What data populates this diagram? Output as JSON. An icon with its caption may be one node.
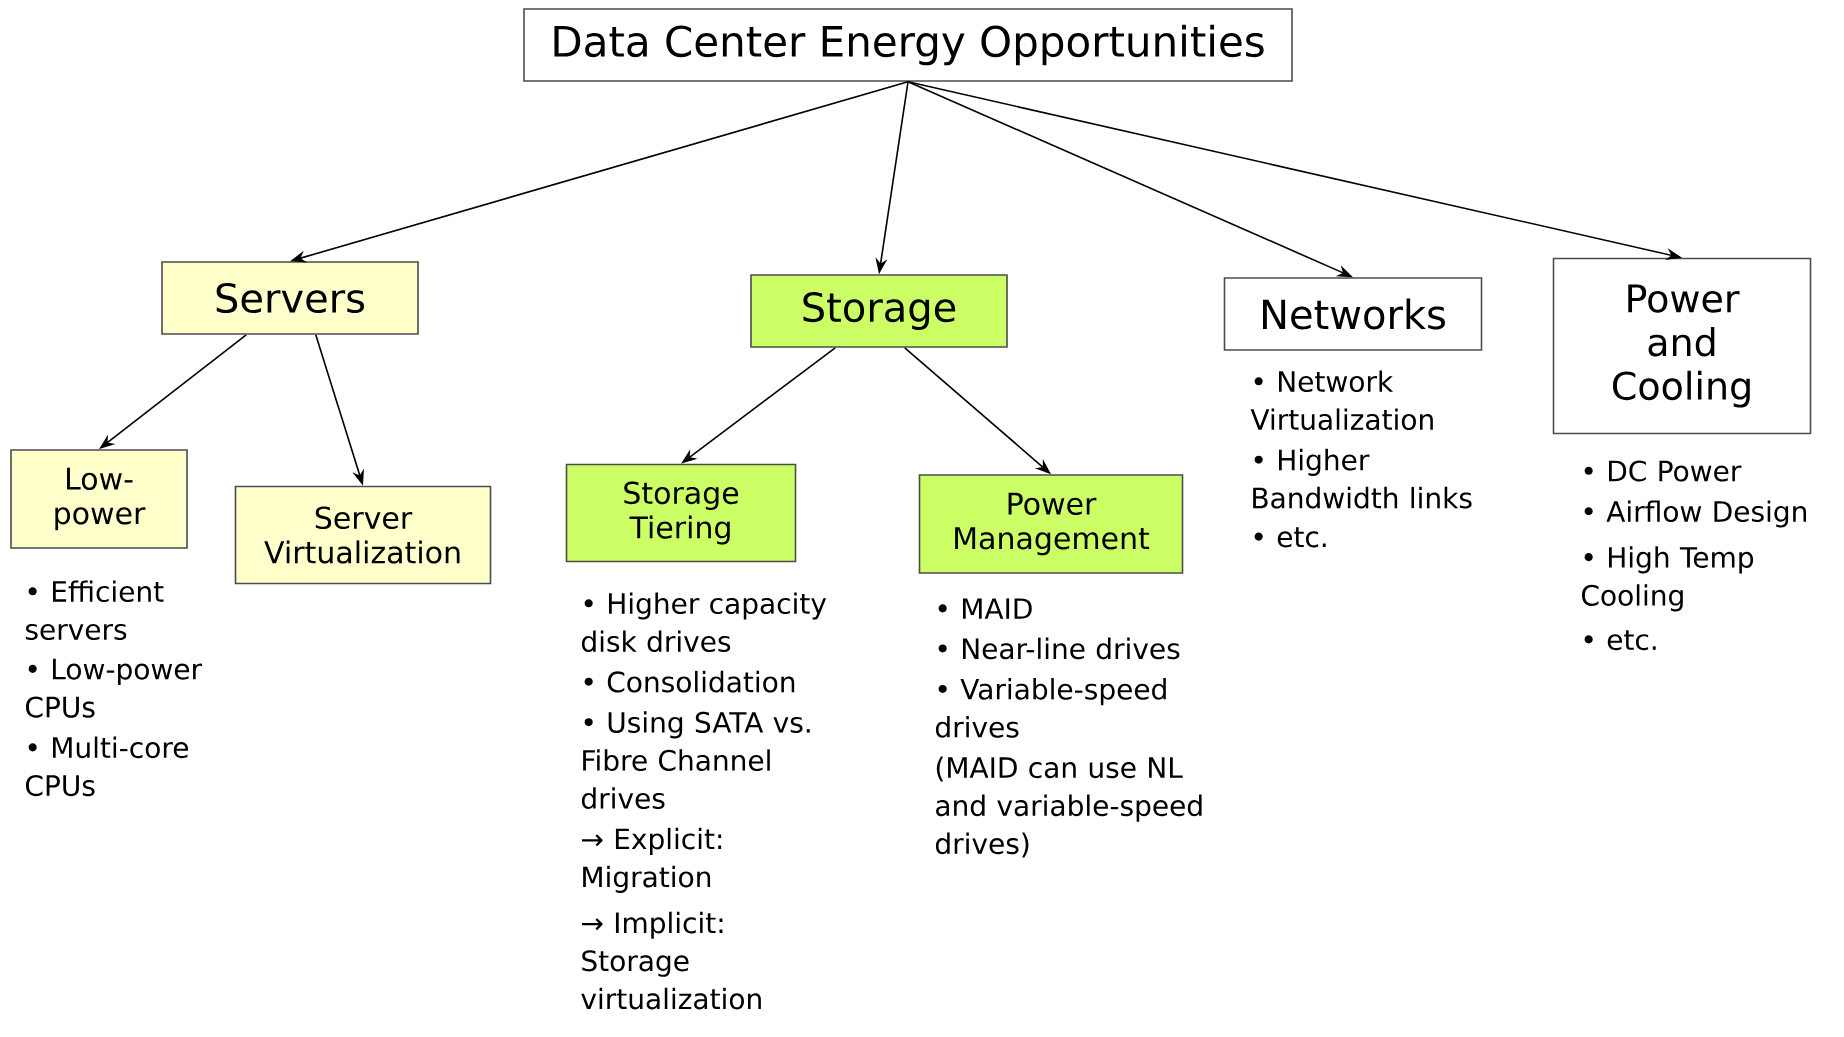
{
  "diagram": {
    "nodes": [
      {
        "text": [
          "Data Center Energy Opportunities"
        ]
      },
      {
        "text": [
          "Servers"
        ]
      },
      {
        "text": [
          "Storage"
        ]
      },
      {
        "text": [
          "Networks"
        ],
        "beside": [
          "• Network Virtualization",
          "• Higher Bandwidth links",
          "• etc."
        ]
      },
      {
        "text": [
          "Power and Cooling"
        ],
        "beside": [
          "• DC Power",
          "• Airflow Design",
          "• High Temp Cooling",
          "• etc."
        ]
      },
      {
        "text": [
          "Low-power"
        ],
        "beside": [
          "• Efficient servers",
          "• Low-power CPUs",
          "• Multi-core CPUs"
        ]
      },
      {
        "text": [
          "Server Virtualization"
        ]
      },
      {
        "text": [
          "Storage Tiering"
        ],
        "beside": [
          "• Higher capacity disk drives",
          "• Consolidation",
          "• Using SATA vs. Fibre Channel drives",
          "→ Explicit: Migration",
          "→ Implicit: Storage virtualization"
        ]
      },
      {
        "text": [
          "Power Management"
        ],
        "beside": [
          "• MAID",
          "• Near-line drives",
          "• Variable-speed drives",
          "(MAID can use NL and variable-speed drives)"
        ]
      }
    ],
    "edges": [
      {
        "from": 0,
        "to": 1,
        "arrow": "to"
      },
      {
        "from": 0,
        "to": 2,
        "arrow": "to"
      },
      {
        "from": 0,
        "to": 3,
        "arrow": "to"
      },
      {
        "from": 0,
        "to": 4,
        "arrow": "to"
      },
      {
        "from": 1,
        "to": 5,
        "arrow": "to"
      },
      {
        "from": 1,
        "to": 6,
        "arrow": "to"
      },
      {
        "from": 2,
        "to": 7,
        "arrow": "to"
      },
      {
        "from": 2,
        "to": 8,
        "arrow": "to"
      }
    ]
  }
}
